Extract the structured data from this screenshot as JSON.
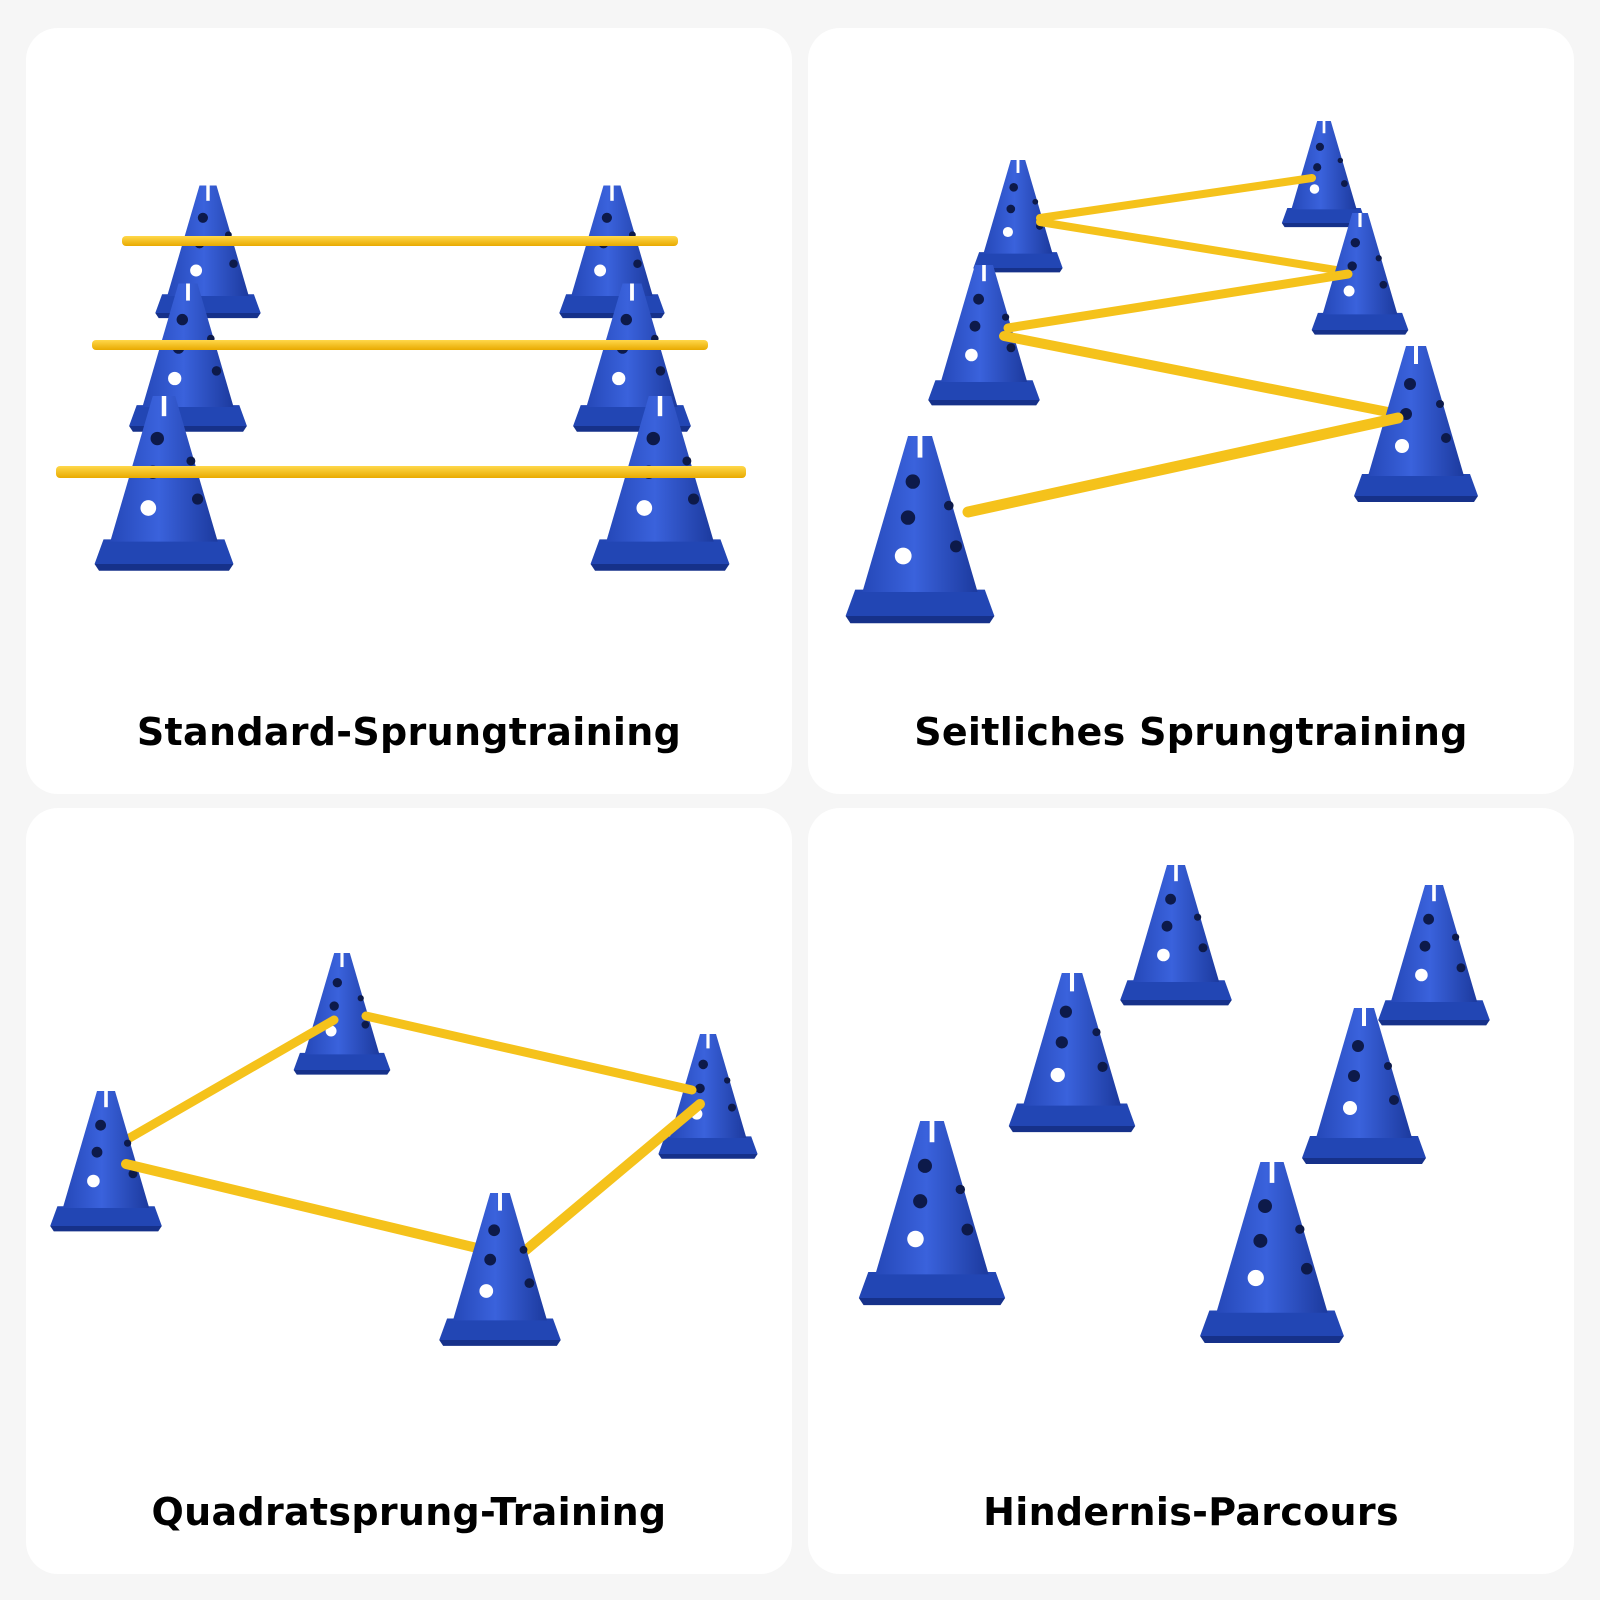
{
  "colors": {
    "cone": "#2a50c8",
    "cone_dark": "#1b3a9e",
    "cone_light": "#3d66e0",
    "pole": "#f5c21b",
    "pole_dark": "#e0a800"
  },
  "panels": [
    {
      "caption": "Standard-Sprungtraining"
    },
    {
      "caption": "Seitliches Sprungtraining"
    },
    {
      "caption": "Quadratsprung-Training"
    },
    {
      "caption": "Hindernis-Parcours"
    }
  ]
}
